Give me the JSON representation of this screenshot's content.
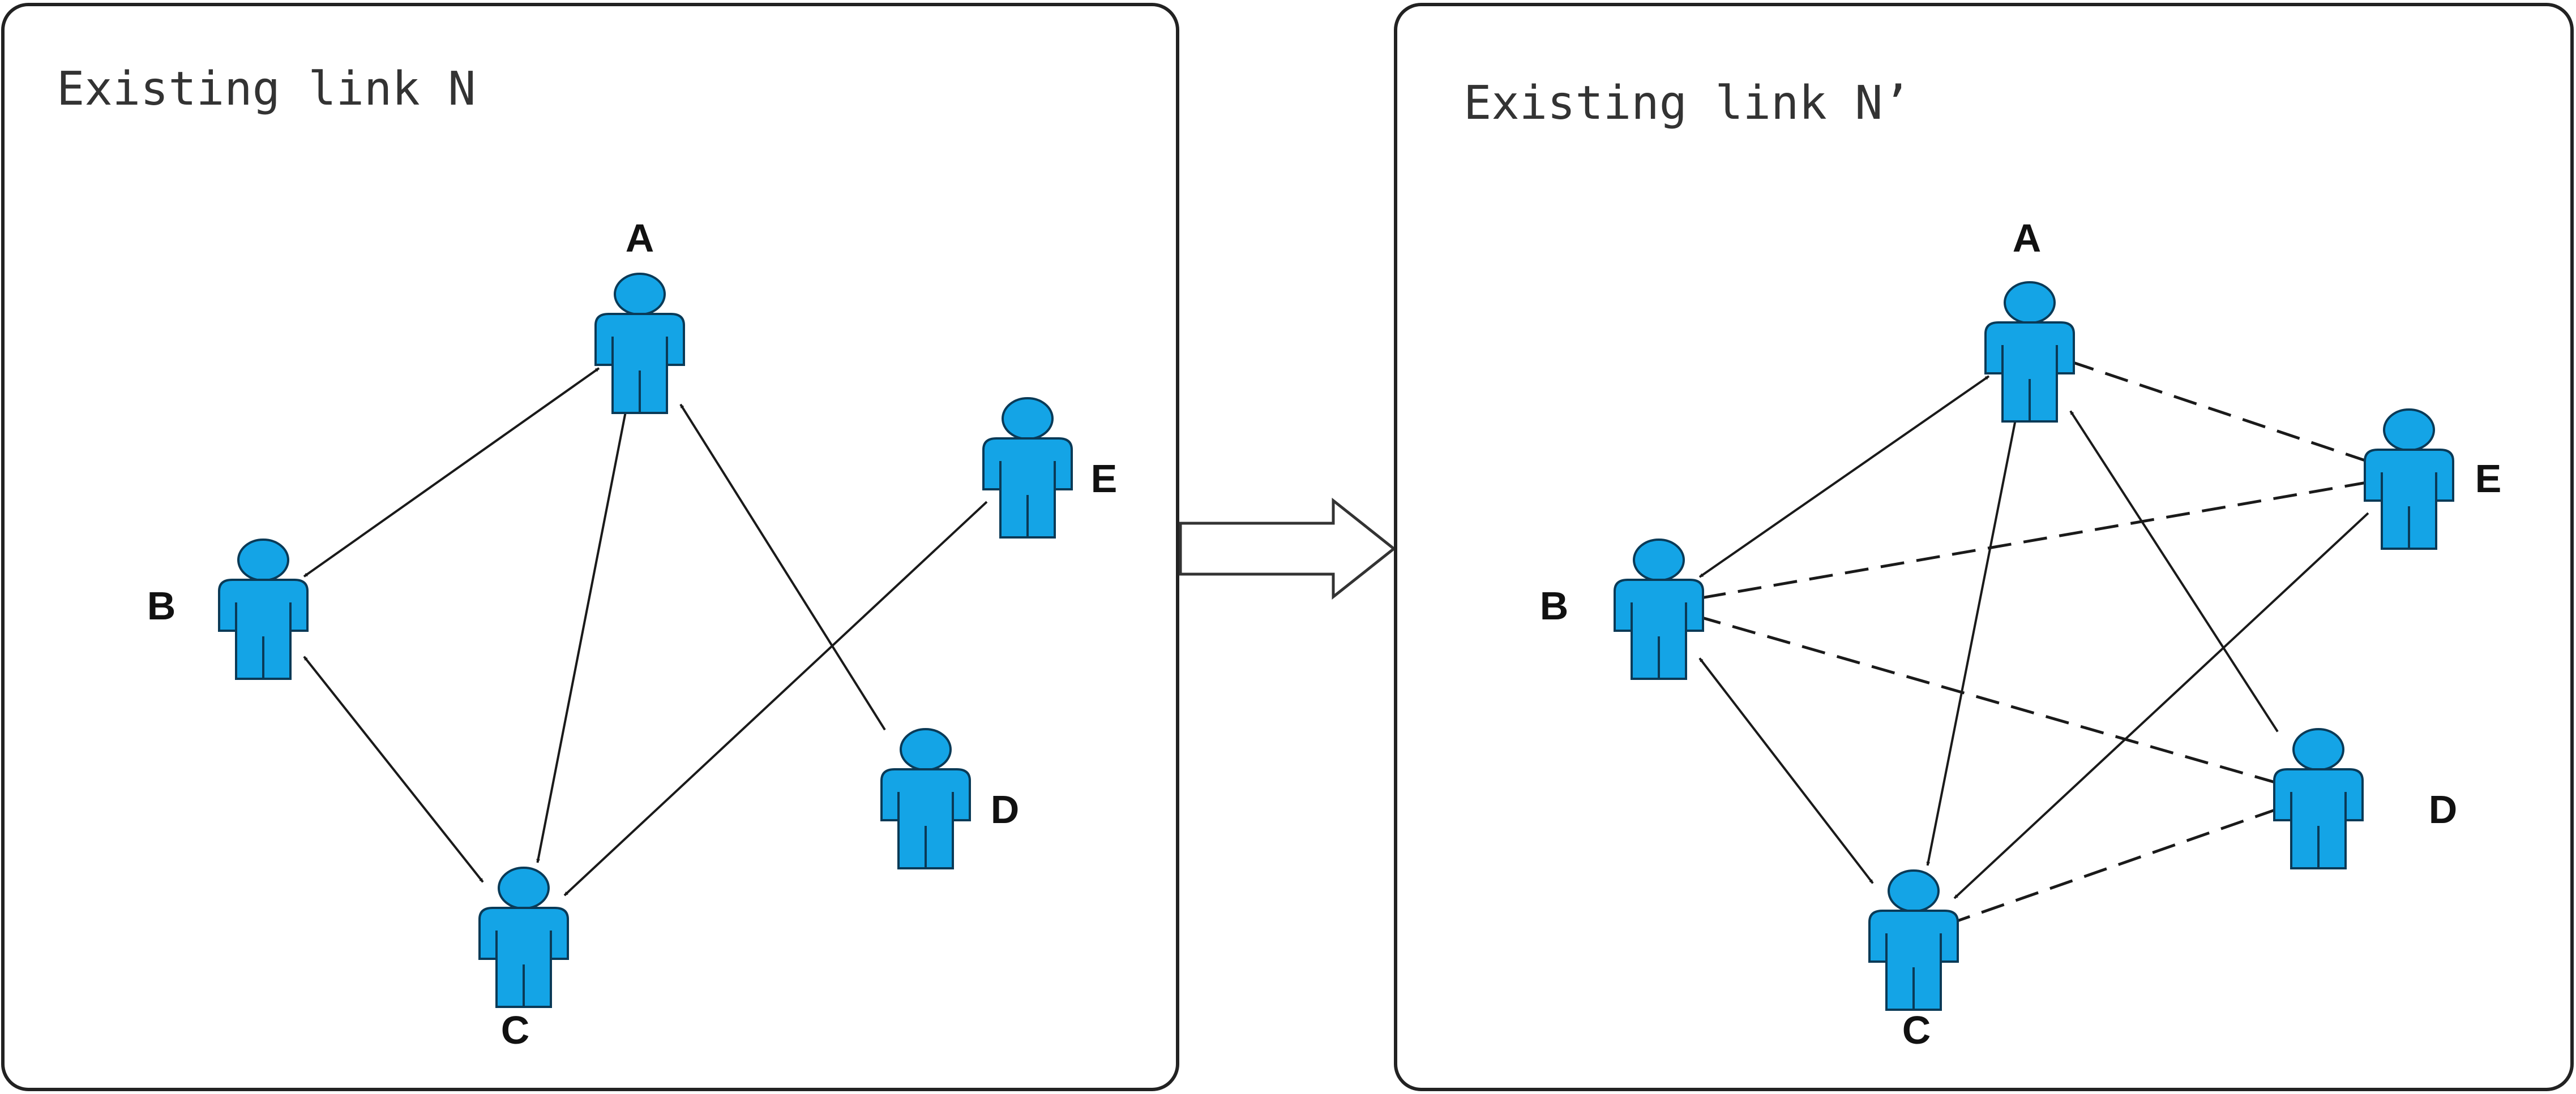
{
  "colors": {
    "person_fill": "#14a4e6",
    "person_outline": "#0a3a57",
    "edge": "#1a1a1a",
    "frame": "#222222"
  },
  "transition_arrow": {
    "icon": "hollow-right-arrow"
  },
  "panels": [
    {
      "id": "left",
      "title": "Existing link N",
      "nodes": [
        {
          "id": "A",
          "label": "A"
        },
        {
          "id": "B",
          "label": "B"
        },
        {
          "id": "C",
          "label": "C"
        },
        {
          "id": "D",
          "label": "D"
        },
        {
          "id": "E",
          "label": "E"
        }
      ],
      "edges": [
        {
          "from": "A",
          "to": "B",
          "style": "solid",
          "direction": "both"
        },
        {
          "from": "A",
          "to": "C",
          "style": "solid",
          "direction": "both"
        },
        {
          "from": "B",
          "to": "C",
          "style": "solid",
          "direction": "both"
        },
        {
          "from": "D",
          "to": "A",
          "style": "solid",
          "direction": "forward"
        },
        {
          "from": "E",
          "to": "C",
          "style": "solid",
          "direction": "forward"
        }
      ]
    },
    {
      "id": "right",
      "title": "Existing link N’",
      "nodes": [
        {
          "id": "A",
          "label": "A"
        },
        {
          "id": "B",
          "label": "B"
        },
        {
          "id": "C",
          "label": "C"
        },
        {
          "id": "D",
          "label": "D"
        },
        {
          "id": "E",
          "label": "E"
        }
      ],
      "edges": [
        {
          "from": "A",
          "to": "B",
          "style": "solid",
          "direction": "both"
        },
        {
          "from": "A",
          "to": "C",
          "style": "solid",
          "direction": "both"
        },
        {
          "from": "B",
          "to": "C",
          "style": "solid",
          "direction": "both"
        },
        {
          "from": "D",
          "to": "A",
          "style": "solid",
          "direction": "forward"
        },
        {
          "from": "E",
          "to": "C",
          "style": "solid",
          "direction": "forward"
        },
        {
          "from": "E",
          "to": "A",
          "style": "dashed",
          "direction": "forward"
        },
        {
          "from": "E",
          "to": "B",
          "style": "dashed",
          "direction": "forward"
        },
        {
          "from": "D",
          "to": "B",
          "style": "dashed",
          "direction": "forward"
        },
        {
          "from": "D",
          "to": "C",
          "style": "dashed",
          "direction": "forward"
        }
      ]
    }
  ]
}
